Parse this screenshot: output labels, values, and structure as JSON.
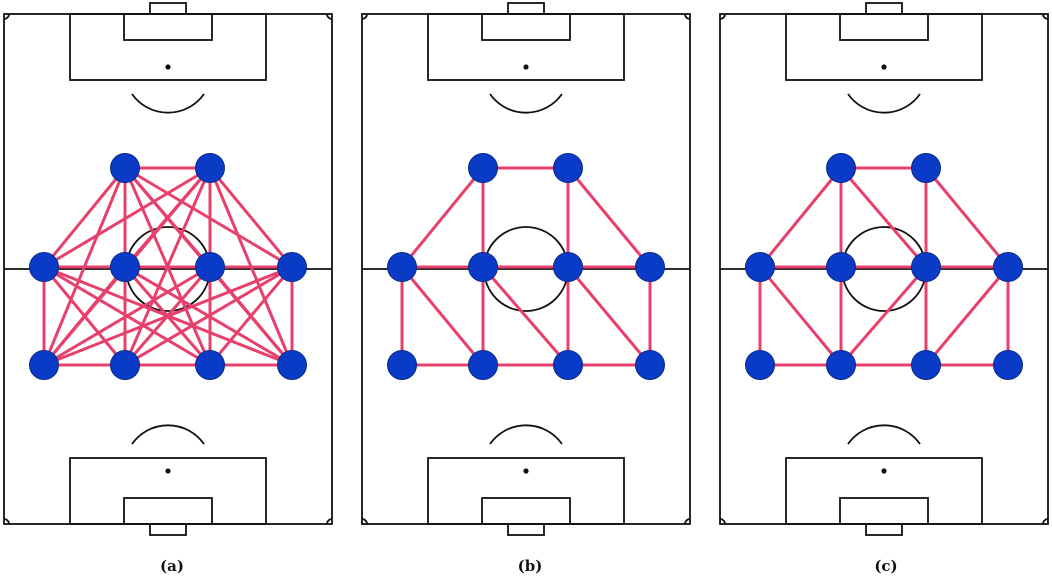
{
  "colors": {
    "pitch_line": "#111111",
    "edge": "#e8406c",
    "node_fill": "#0a3bc7",
    "node_stroke": "#0a2a8a",
    "background": "#ffffff"
  },
  "panels": [
    {
      "id": "a",
      "caption": "(a)",
      "edges": [
        [
          0,
          1
        ],
        [
          0,
          2
        ],
        [
          0,
          3
        ],
        [
          0,
          4
        ],
        [
          0,
          5
        ],
        [
          0,
          6
        ],
        [
          0,
          7
        ],
        [
          0,
          8
        ],
        [
          0,
          9
        ],
        [
          1,
          2
        ],
        [
          1,
          3
        ],
        [
          1,
          4
        ],
        [
          1,
          5
        ],
        [
          1,
          6
        ],
        [
          1,
          7
        ],
        [
          1,
          8
        ],
        [
          1,
          9
        ],
        [
          2,
          3
        ],
        [
          2,
          4
        ],
        [
          2,
          5
        ],
        [
          2,
          6
        ],
        [
          2,
          7
        ],
        [
          2,
          8
        ],
        [
          2,
          9
        ],
        [
          3,
          4
        ],
        [
          3,
          5
        ],
        [
          3,
          6
        ],
        [
          3,
          7
        ],
        [
          3,
          8
        ],
        [
          3,
          9
        ],
        [
          4,
          5
        ],
        [
          4,
          6
        ],
        [
          4,
          7
        ],
        [
          4,
          8
        ],
        [
          4,
          9
        ],
        [
          5,
          6
        ],
        [
          5,
          7
        ],
        [
          5,
          8
        ],
        [
          5,
          9
        ],
        [
          6,
          7
        ],
        [
          6,
          8
        ],
        [
          6,
          9
        ],
        [
          7,
          8
        ],
        [
          7,
          9
        ],
        [
          8,
          9
        ]
      ]
    },
    {
      "id": "b",
      "caption": "(b)",
      "edges": [
        [
          0,
          1
        ],
        [
          0,
          2
        ],
        [
          0,
          3
        ],
        [
          1,
          4
        ],
        [
          1,
          5
        ],
        [
          2,
          3
        ],
        [
          3,
          4
        ],
        [
          4,
          5
        ],
        [
          2,
          6
        ],
        [
          3,
          7
        ],
        [
          4,
          8
        ],
        [
          5,
          9
        ],
        [
          6,
          7
        ],
        [
          7,
          8
        ],
        [
          8,
          9
        ],
        [
          2,
          7
        ],
        [
          3,
          8
        ],
        [
          4,
          9
        ]
      ]
    },
    {
      "id": "c",
      "caption": "(c)",
      "edges": [
        [
          0,
          1
        ],
        [
          0,
          2
        ],
        [
          0,
          3
        ],
        [
          0,
          4
        ],
        [
          1,
          4
        ],
        [
          1,
          5
        ],
        [
          2,
          3
        ],
        [
          3,
          4
        ],
        [
          4,
          5
        ],
        [
          2,
          6
        ],
        [
          3,
          7
        ],
        [
          4,
          8
        ],
        [
          5,
          9
        ],
        [
          6,
          7
        ],
        [
          7,
          8
        ],
        [
          8,
          9
        ],
        [
          2,
          7
        ],
        [
          4,
          7
        ],
        [
          5,
          8
        ]
      ]
    }
  ]
}
